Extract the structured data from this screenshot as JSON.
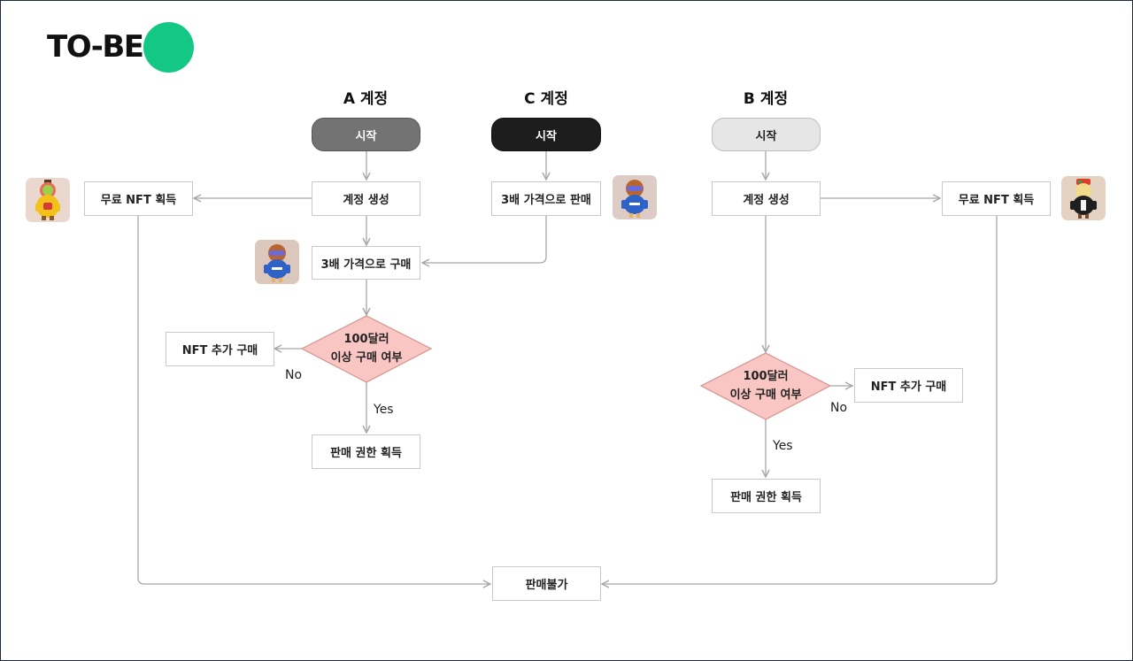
{
  "header": {
    "title": "TO-BE"
  },
  "columns": {
    "a": "A 계정",
    "c": "C 계정",
    "b": "B 계정"
  },
  "nodes": {
    "a_start": "시작",
    "c_start": "시작",
    "b_start": "시작",
    "a_create": "계정 생성",
    "b_create": "계정 생성",
    "a_free_nft": "무료 NFT 획득",
    "b_free_nft": "무료 NFT 획득",
    "c_sell": "3배 가격으로 판매",
    "a_buy": "3배 가격으로 구매",
    "a_decision_line1": "100달러",
    "a_decision_line2": "이상 구매 여부",
    "b_decision_line1": "100달러",
    "b_decision_line2": "이상 구매 여부",
    "a_more_nft": "NFT 추가 구매",
    "b_more_nft": "NFT 추가 구매",
    "a_permission": "판매 권한 획득",
    "b_permission": "판매 권한 획득",
    "not_sellable": "판매불가"
  },
  "edge_labels": {
    "a_no": "No",
    "a_yes": "Yes",
    "b_no": "No",
    "b_yes": "Yes"
  },
  "colors": {
    "accent_green": "#12c884",
    "a_start_fill": "#737373",
    "c_start_fill": "#1d1d1d",
    "b_start_fill": "#e6e6e6",
    "decision_fill": "#f9c6c3",
    "decision_stroke": "#d99a96",
    "connector": "#a6a6a6"
  },
  "avatars": [
    {
      "name": "yellow-character-avatar"
    },
    {
      "name": "blue-hoodie-character-avatar"
    },
    {
      "name": "blue-hoodie-character-avatar"
    },
    {
      "name": "black-outfit-character-avatar"
    }
  ]
}
